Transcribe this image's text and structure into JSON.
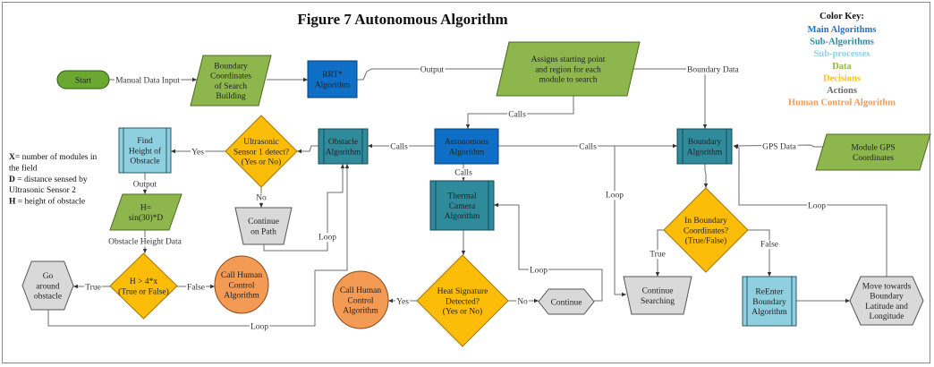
{
  "title": "Figure 7 Autonomous Algorithm",
  "colors": {
    "main": "#0f6fc6",
    "sub": "#2f8a9c",
    "subprocess": "#8fd0e0",
    "data": "#8db64c",
    "decision": "#fcbd09",
    "action": "#d9d9d9",
    "human": "#f39a55",
    "start": "#6aa832"
  },
  "legend": {
    "title": "Color Key:",
    "items": [
      {
        "label": "Main Algorithms",
        "color": "#1f73c7"
      },
      {
        "label": "Sub-Algorithms",
        "color": "#2c8a9e"
      },
      {
        "label": "Sub-processes",
        "color": "#93cfe3"
      },
      {
        "label": "Data",
        "color": "#8db64c"
      },
      {
        "label": "Decisions",
        "color": "#f7c21b"
      },
      {
        "label": "Actions",
        "color": "#6b6b6b"
      },
      {
        "label": "Human Control Algorithm",
        "color": "#f39a55"
      }
    ]
  },
  "notes": [
    {
      "key": "X",
      "text": "= number of modules in the field"
    },
    {
      "key": "D",
      "text": " = distance sensed by Ultrasonic Sensor 2"
    },
    {
      "key": "H",
      "text": " = height of obstacle"
    }
  ],
  "nodes": {
    "start": {
      "type": "terminal",
      "lines": [
        "Start"
      ]
    },
    "boundary_coords": {
      "type": "data",
      "lines": [
        "Boundary",
        "Coordinates",
        "of Search",
        "Building"
      ]
    },
    "rrt": {
      "type": "main",
      "lines": [
        "RRT*",
        "Algorithm"
      ]
    },
    "assigns": {
      "type": "data",
      "lines": [
        "Assigns starting point",
        "and region for each",
        "module to search"
      ]
    },
    "autonomous": {
      "type": "main",
      "lines": [
        "Autonomous",
        "Algorithm"
      ]
    },
    "obstacle": {
      "type": "sub",
      "lines": [
        "Obstacle",
        "Algorithm"
      ]
    },
    "ultrasonic": {
      "type": "decision",
      "lines": [
        "Ultrasonic",
        "Sensor 1 detect?",
        "(Yes or No)"
      ]
    },
    "find_height": {
      "type": "subprocess",
      "lines": [
        "Find",
        "Height of",
        "Obstacle"
      ]
    },
    "h_formula": {
      "type": "data",
      "lines": [
        "H=",
        "sin(30)*D"
      ]
    },
    "continue_path": {
      "type": "action-trap",
      "lines": [
        "Continue",
        "on Path"
      ]
    },
    "h_decision": {
      "type": "decision",
      "lines": [
        "H > 4*x",
        "(True or False)"
      ]
    },
    "go_around": {
      "type": "action-hex",
      "lines": [
        "Go",
        "around",
        "obstacle"
      ]
    },
    "human1": {
      "type": "human",
      "lines": [
        "Call Human",
        "Control",
        "Algorithm"
      ]
    },
    "thermal": {
      "type": "sub",
      "lines": [
        "Thermal",
        "Camera",
        "Algorithm"
      ]
    },
    "heat_decision": {
      "type": "decision",
      "lines": [
        "Heat Signature",
        "Detected?",
        "(Yes or No)"
      ]
    },
    "human2": {
      "type": "human",
      "lines": [
        "Call Human",
        "Control",
        "Algorithm"
      ]
    },
    "continue": {
      "type": "action-hex",
      "lines": [
        "Continue"
      ]
    },
    "boundary_algo": {
      "type": "sub",
      "lines": [
        "Boundary",
        "Algorithm"
      ]
    },
    "gps": {
      "type": "data",
      "lines": [
        "Module GPS",
        "Coordinates"
      ]
    },
    "in_boundary": {
      "type": "decision",
      "lines": [
        "In Boundary",
        "Coordinates?",
        "(True/False)"
      ]
    },
    "continue_searching": {
      "type": "action-trap",
      "lines": [
        "Continue",
        "Searching"
      ]
    },
    "reenter": {
      "type": "subprocess",
      "lines": [
        "ReEnter",
        "Boundary",
        "Algorithm"
      ]
    },
    "move_towards": {
      "type": "action-hex",
      "lines": [
        "Move towards",
        "Boundary",
        "Latitude and",
        "Longitude"
      ]
    }
  },
  "edge_labels": {
    "manual_input": "Manual Data Input",
    "output1": "Output",
    "boundary_data": "Boundary Data",
    "calls_assign": "Calls",
    "calls_obstacle": "Calls",
    "calls_boundary": "Calls",
    "calls_thermal": "Calls",
    "gps_data": "GPS Data",
    "yes1": "Yes",
    "no1": "No",
    "output2": "Output",
    "height_data": "Obstacle Height Data",
    "true1": "True",
    "false1": "False",
    "loop_path": "Loop",
    "loop_bottom": "Loop",
    "yes2": "Yes",
    "no2": "No",
    "loop_continue": "Loop",
    "loop_search": "Loop",
    "true2": "True",
    "false2": "False",
    "loop_move": "Loop"
  }
}
